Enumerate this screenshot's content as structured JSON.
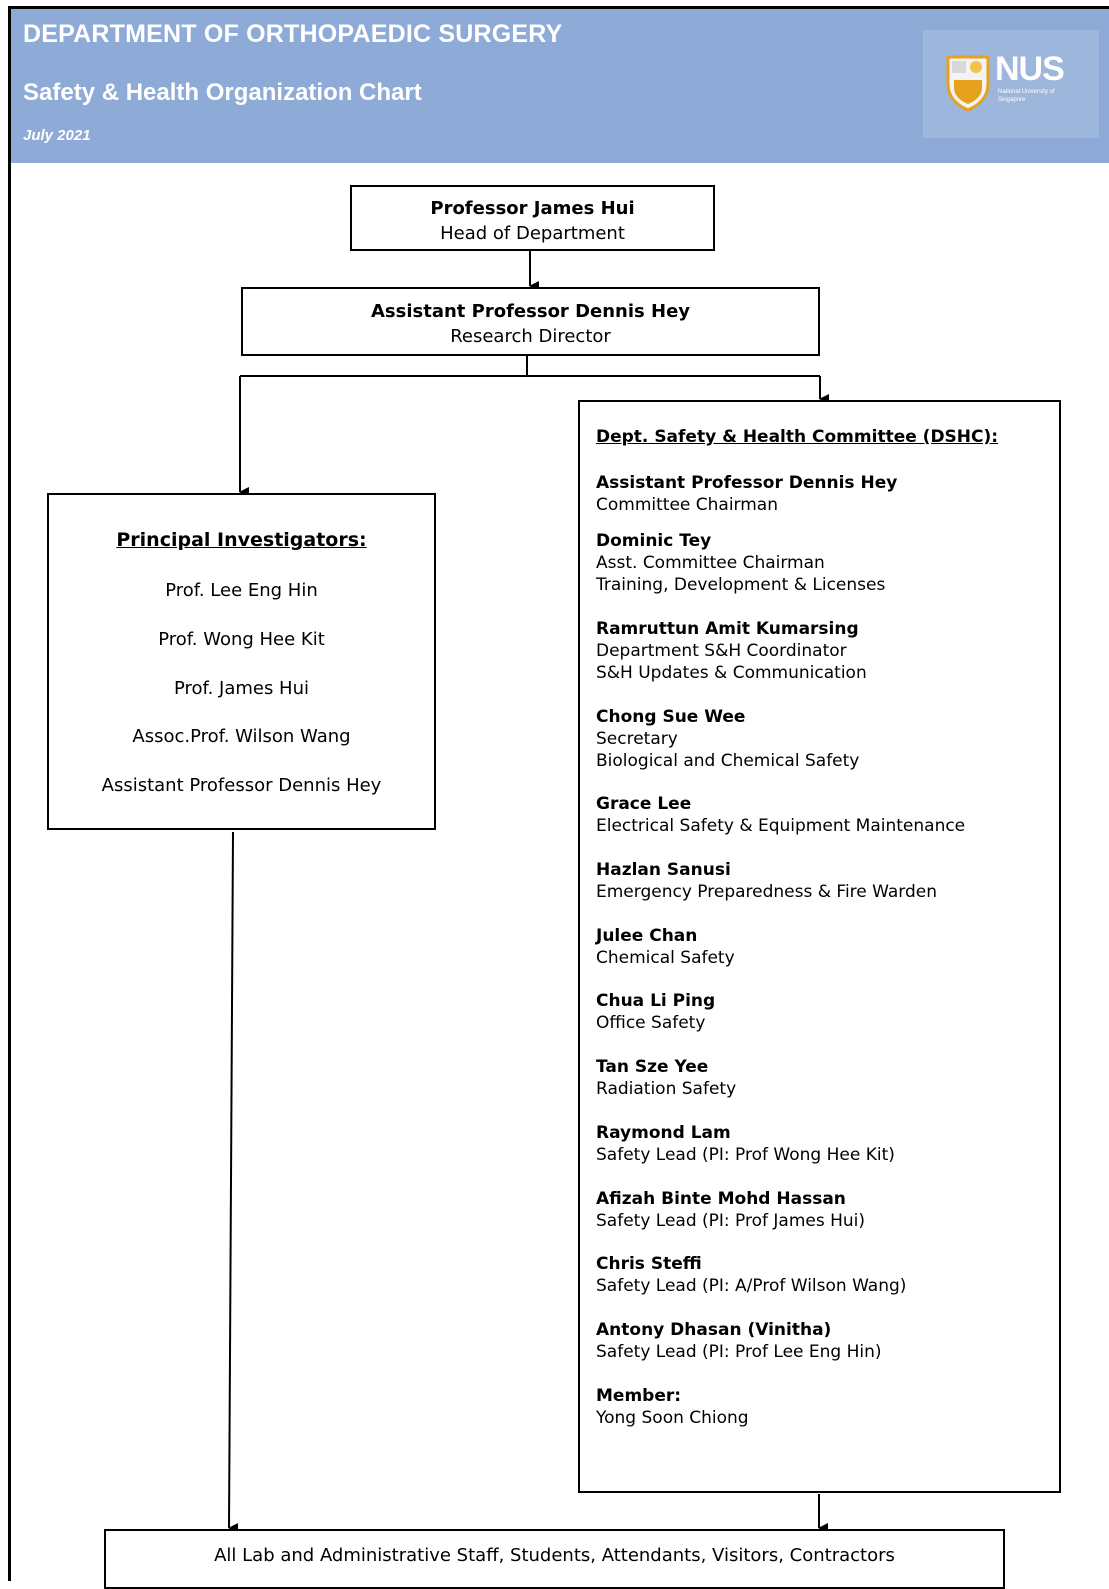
{
  "header": {
    "department": "DEPARTMENT OF ORTHOPAEDIC SURGERY",
    "chart_title": "Safety & Health Organization Chart",
    "date": "July 2021",
    "logo_text": "NUS",
    "logo_subtext": "National University of Singapore"
  },
  "head": {
    "name": "Professor James Hui",
    "role": "Head of Department"
  },
  "director": {
    "name": "Assistant Professor Dennis Hey",
    "role": "Research Director"
  },
  "pi": {
    "title": "Principal Investigators:",
    "items": [
      "Prof. Lee Eng Hin",
      "Prof. Wong Hee Kit",
      "Prof. James Hui",
      "Assoc.Prof. Wilson Wang",
      "Assistant Professor Dennis Hey"
    ]
  },
  "dshc": {
    "title": "Dept. Safety & Health Committee (DSHC):",
    "members": [
      {
        "name": "Assistant Professor Dennis Hey",
        "roles": [
          "Committee Chairman"
        ]
      },
      {
        "name": "Dominic Tey",
        "roles": [
          "Asst. Committee Chairman",
          "Training, Development & Licenses"
        ]
      },
      {
        "name": "Ramruttun Amit Kumarsing",
        "roles": [
          "Department S&H Coordinator",
          "S&H Updates & Communication"
        ]
      },
      {
        "name": "Chong Sue Wee",
        "roles": [
          "Secretary",
          "Biological and Chemical Safety"
        ]
      },
      {
        "name": "Grace Lee",
        "roles": [
          "Electrical Safety & Equipment Maintenance"
        ]
      },
      {
        "name": "Hazlan Sanusi",
        "roles": [
          "Emergency Preparedness & Fire Warden"
        ]
      },
      {
        "name": "Julee Chan",
        "roles": [
          "Chemical Safety"
        ]
      },
      {
        "name": "Chua Li Ping",
        "roles": [
          "Office Safety"
        ]
      },
      {
        "name": "Tan Sze Yee",
        "roles": [
          "Radiation Safety"
        ]
      },
      {
        "name": "Raymond Lam",
        "roles": [
          "Safety Lead (PI: Prof Wong Hee Kit)"
        ]
      },
      {
        "name": "Afizah Binte Mohd Hassan",
        "roles": [
          "Safety Lead (PI: Prof James Hui)"
        ]
      },
      {
        "name": "Chris Steffi",
        "roles": [
          "Safety Lead (PI: A/Prof Wilson Wang)"
        ]
      },
      {
        "name": "Antony Dhasan (Vinitha)",
        "roles": [
          "Safety Lead (PI: Prof Lee Eng Hin)"
        ]
      },
      {
        "name": "Member:",
        "roles": [
          "Yong Soon Chiong"
        ]
      }
    ]
  },
  "all_staff": "All Lab and Administrative Staff, Students, Attendants, Visitors, Contractors",
  "colors": {
    "header_bg": "#8eaad6",
    "logo_bg": "#9db6dc",
    "text": "#000000"
  }
}
